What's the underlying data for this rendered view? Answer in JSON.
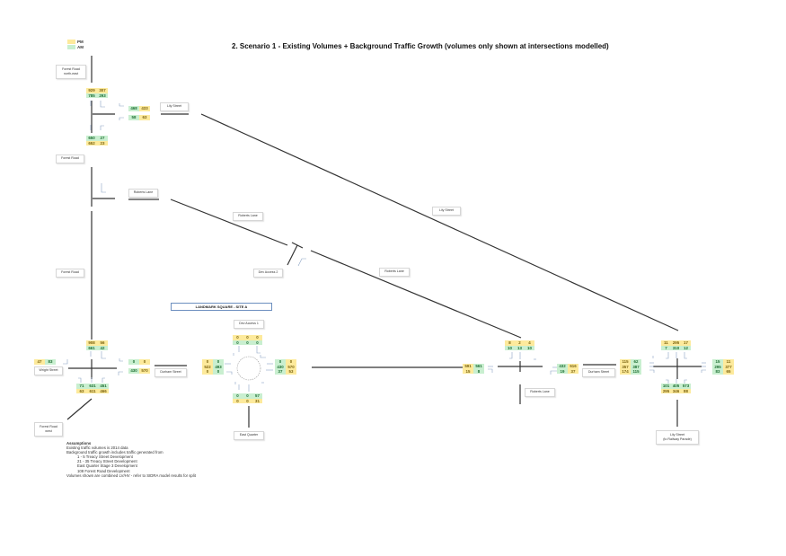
{
  "title": "2. Scenario 1 - Existing Volumes + Background Traffic Growth (volumes only shown at intersections modelled)",
  "legend": {
    "pm": {
      "label": "PM",
      "color": "#fdea9c"
    },
    "am": {
      "label": "AM",
      "color": "#c9efd0"
    }
  },
  "site_label": "LANDMARK SQUARE - SITE A",
  "road_labels": {
    "forest_road_north_east": "Forest Road\nnorth-east",
    "lily_street_1": "Lily Street",
    "forest_road_1": "Forest Road",
    "roberts_lane_1": "Roberts Lane",
    "roberts_lane_2": "Roberts Lane",
    "lily_street_2": "Lily Street",
    "dev_access_2": "Dev Access 2",
    "roberts_lane_3": "Roberts Lane",
    "forest_road_2": "Forest Road",
    "dev_access_1": "Dev Access 1",
    "wright_street": "Wright Street",
    "durham_street_1": "Durham Street",
    "forest_road_west": "Forest Road\nwest",
    "east_quarter": "East Quarter",
    "roberts_lane_4": "Roberts Lane",
    "durham_street_2": "Durham Street",
    "lily_street_railway": "Lily Street\n(to Railway Parade)"
  },
  "intersections": {
    "forest_lily": {
      "north": {
        "pm": [
          "929",
          "307"
        ],
        "am": [
          "785",
          "293"
        ]
      },
      "east_upper": {
        "am": "468",
        "pm": "433"
      },
      "east_lower": {
        "am": "58",
        "pm": "63"
      },
      "south": {
        "am": [
          "650",
          "27"
        ],
        "pm": [
          "652",
          "23"
        ]
      }
    },
    "forest_wright_durham": {
      "north": {
        "pm": [
          "908",
          "56"
        ],
        "am": [
          "661",
          "42"
        ]
      },
      "west": {
        "pm": "47",
        "am": "83"
      },
      "east_upper": {
        "am": "0",
        "pm": "0"
      },
      "east_lower": {
        "am": "430",
        "pm": "570"
      },
      "south": {
        "am": [
          "71",
          "631",
          "451"
        ],
        "pm": [
          "63",
          "611",
          "466"
        ]
      }
    },
    "roundabout": {
      "north": {
        "pm": [
          "0",
          "0",
          "0"
        ],
        "am": [
          "0",
          "0",
          "0"
        ]
      },
      "west": {
        "pm": [
          "0",
          "522",
          "0"
        ],
        "am": [
          "0",
          "493",
          "0"
        ]
      },
      "east": {
        "am": [
          "0",
          "430",
          "37"
        ],
        "pm": [
          "0",
          "570",
          "53"
        ]
      },
      "south": {
        "am": [
          "0",
          "0",
          "57"
        ],
        "pm": [
          "0",
          "0",
          "31"
        ]
      }
    },
    "durham_roberts": {
      "north": {
        "pm": [
          "8",
          "2",
          "4"
        ],
        "am": [
          "10",
          "13",
          "10"
        ]
      },
      "west": {
        "pm": [
          "591",
          "15"
        ],
        "am": [
          "561",
          "8"
        ]
      },
      "east": {
        "am": [
          "432",
          "19"
        ],
        "pm": [
          "616",
          "37"
        ]
      }
    },
    "durham_lily": {
      "north": {
        "pm": [
          "11",
          "295",
          "17"
        ],
        "am": [
          "7",
          "310",
          "12"
        ]
      },
      "west": {
        "pm": [
          "115",
          "357",
          "174"
        ],
        "am": [
          "62",
          "387",
          "115"
        ]
      },
      "east": {
        "am": [
          "15",
          "295",
          "83"
        ],
        "pm": [
          "11",
          "377",
          "65"
        ]
      },
      "south": {
        "am": [
          "101",
          "405",
          "573"
        ],
        "pm": [
          "295",
          "346",
          "88"
        ]
      }
    }
  },
  "assumptions": {
    "heading": "Assumptions",
    "lines": [
      "Existing traffic volumes is 2014 data",
      "Background traffic growth includes traffic generated from"
    ],
    "indented": [
      "1 - 5 Treacy Street Development",
      "21 - 35 Treacy Street Development",
      "East Quarter Stage 3 Development",
      "108 Forest Road Development"
    ],
    "footer": "Volumes shown are combined LV/HV - refer to SIDRA model results for split"
  }
}
